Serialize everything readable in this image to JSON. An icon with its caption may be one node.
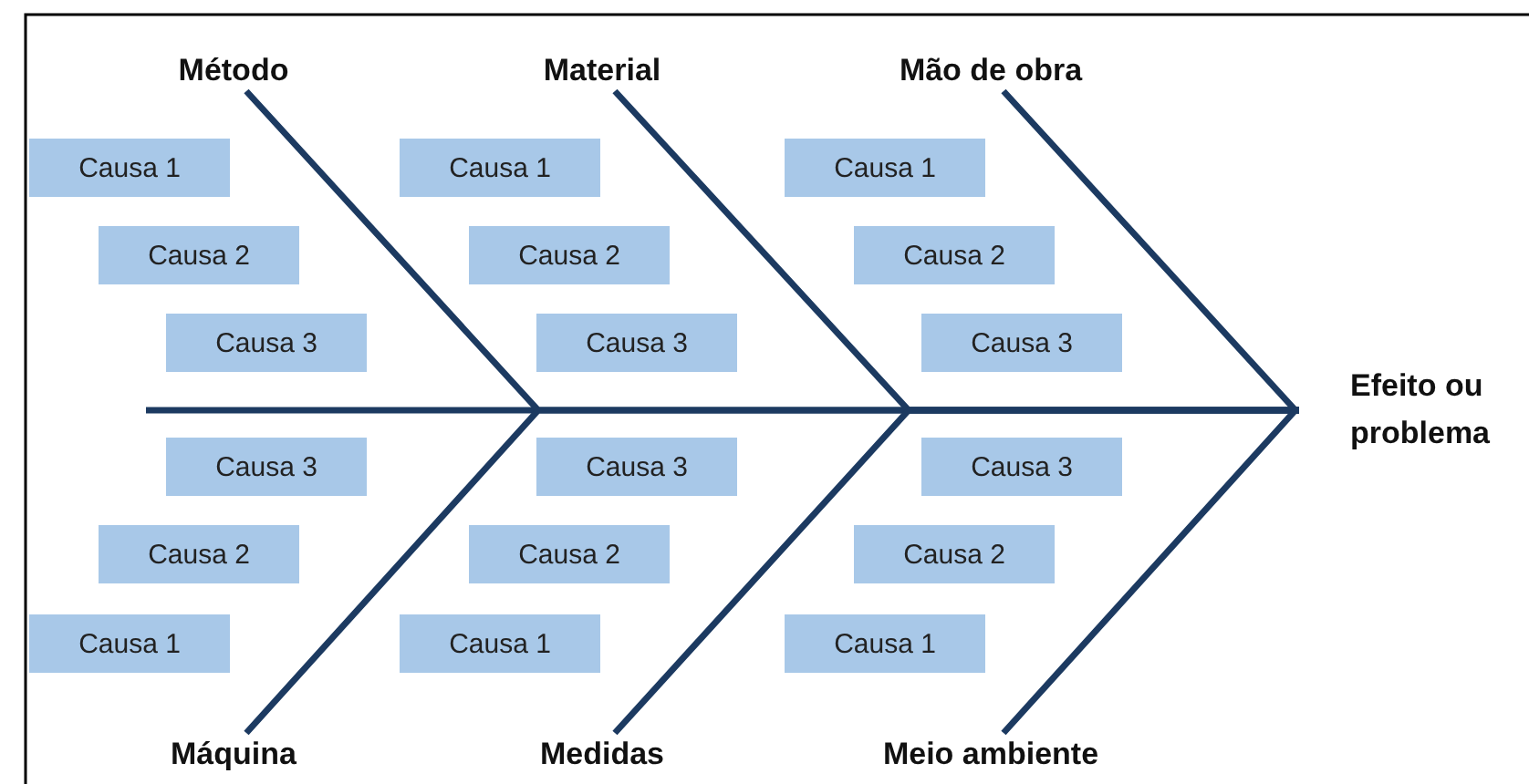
{
  "diagram": {
    "nodes": [
      {
        "text": [
          "Método"
        ]
      },
      {
        "text": [
          "Causa 1"
        ]
      },
      {
        "text": [
          "Causa 2"
        ]
      },
      {
        "text": [
          "Causa 3"
        ]
      },
      {
        "text": [
          "Material"
        ]
      },
      {
        "text": [
          "Causa 1"
        ]
      },
      {
        "text": [
          "Causa 2"
        ]
      },
      {
        "text": [
          "Causa 3"
        ]
      },
      {
        "text": [
          "Mão de obra"
        ]
      },
      {
        "text": [
          "Causa 1"
        ]
      },
      {
        "text": [
          "Causa 2"
        ]
      },
      {
        "text": [
          "Causa 3"
        ]
      },
      {
        "text": [
          "Efeito ou problema"
        ]
      },
      {
        "text": [
          "Causa 3"
        ]
      },
      {
        "text": [
          "Causa 2"
        ]
      },
      {
        "text": [
          "Causa 1"
        ]
      },
      {
        "text": [
          "Máquina"
        ]
      },
      {
        "text": [
          "Causa 3"
        ]
      },
      {
        "text": [
          "Causa 2"
        ]
      },
      {
        "text": [
          "Causa 1"
        ]
      },
      {
        "text": [
          "Medidas"
        ]
      },
      {
        "text": [
          "Causa 3"
        ]
      },
      {
        "text": [
          "Causa 2"
        ]
      },
      {
        "text": [
          "Causa 1"
        ]
      },
      {
        "text": [
          "Meio ambiente"
        ]
      }
    ],
    "edges": [
      {
        "from": 0,
        "to": 12,
        "arrow": "none"
      },
      {
        "from": 4,
        "to": 12,
        "arrow": "none"
      },
      {
        "from": 8,
        "to": 12,
        "arrow": "none"
      },
      {
        "from": 16,
        "to": 12,
        "arrow": "none"
      },
      {
        "from": 20,
        "to": 12,
        "arrow": "none"
      },
      {
        "from": 24,
        "to": 12,
        "arrow": "none"
      }
    ]
  }
}
